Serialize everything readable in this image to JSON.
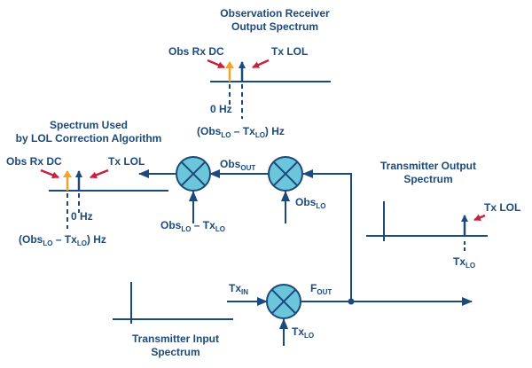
{
  "colors": {
    "line": "#1c4a7a",
    "mixer_fill": "#6cc6db",
    "obs_dc_arrow": "#f5a12d",
    "pointer_arrow": "#c8203f"
  },
  "obs_output_spectrum": {
    "title_line1": "Observation Receiver",
    "title_line2": "Output Spectrum",
    "obs_rx_dc": "Obs Rx DC",
    "tx_lol": "Tx LOL",
    "zero_hz": "0 Hz",
    "freq_label": {
      "open": "(Obs",
      "sub1": "LO",
      "mid": " – Tx",
      "sub2": "LO",
      "close": ") Hz"
    }
  },
  "lol_correction_spectrum": {
    "title_line1": "Spectrum Used",
    "title_line2": "by LOL Correction Algorithm",
    "obs_rx_dc": "Obs Rx DC",
    "tx_lol": "Tx LOL",
    "zero_hz": "0 Hz",
    "freq_label": {
      "open": "(Obs",
      "sub1": "LO",
      "mid": " – Tx",
      "sub2": "LO",
      "close": ") Hz"
    }
  },
  "tx_output_spectrum": {
    "title_line1": "Transmitter Output",
    "title_line2": "Spectrum",
    "tx_lol": "Tx LOL",
    "tx_lo": {
      "main": "Tx",
      "sub": "LO"
    }
  },
  "tx_input_spectrum": {
    "title_line1": "Transmitter Input",
    "title_line2": "Spectrum"
  },
  "signals": {
    "obs_out": {
      "main": "Obs",
      "sub": "OUT"
    },
    "obs_lo": {
      "main": "Obs",
      "sub": "LO"
    },
    "second_lo": {
      "main1": "Obs",
      "sub1": "LO",
      "mid": " – Tx",
      "sub2": "LO"
    },
    "tx_in": {
      "main": "Tx",
      "sub": "IN"
    },
    "f_out": {
      "main": "F",
      "sub": "OUT"
    },
    "tx_lo": {
      "main": "Tx",
      "sub": "LO"
    }
  }
}
